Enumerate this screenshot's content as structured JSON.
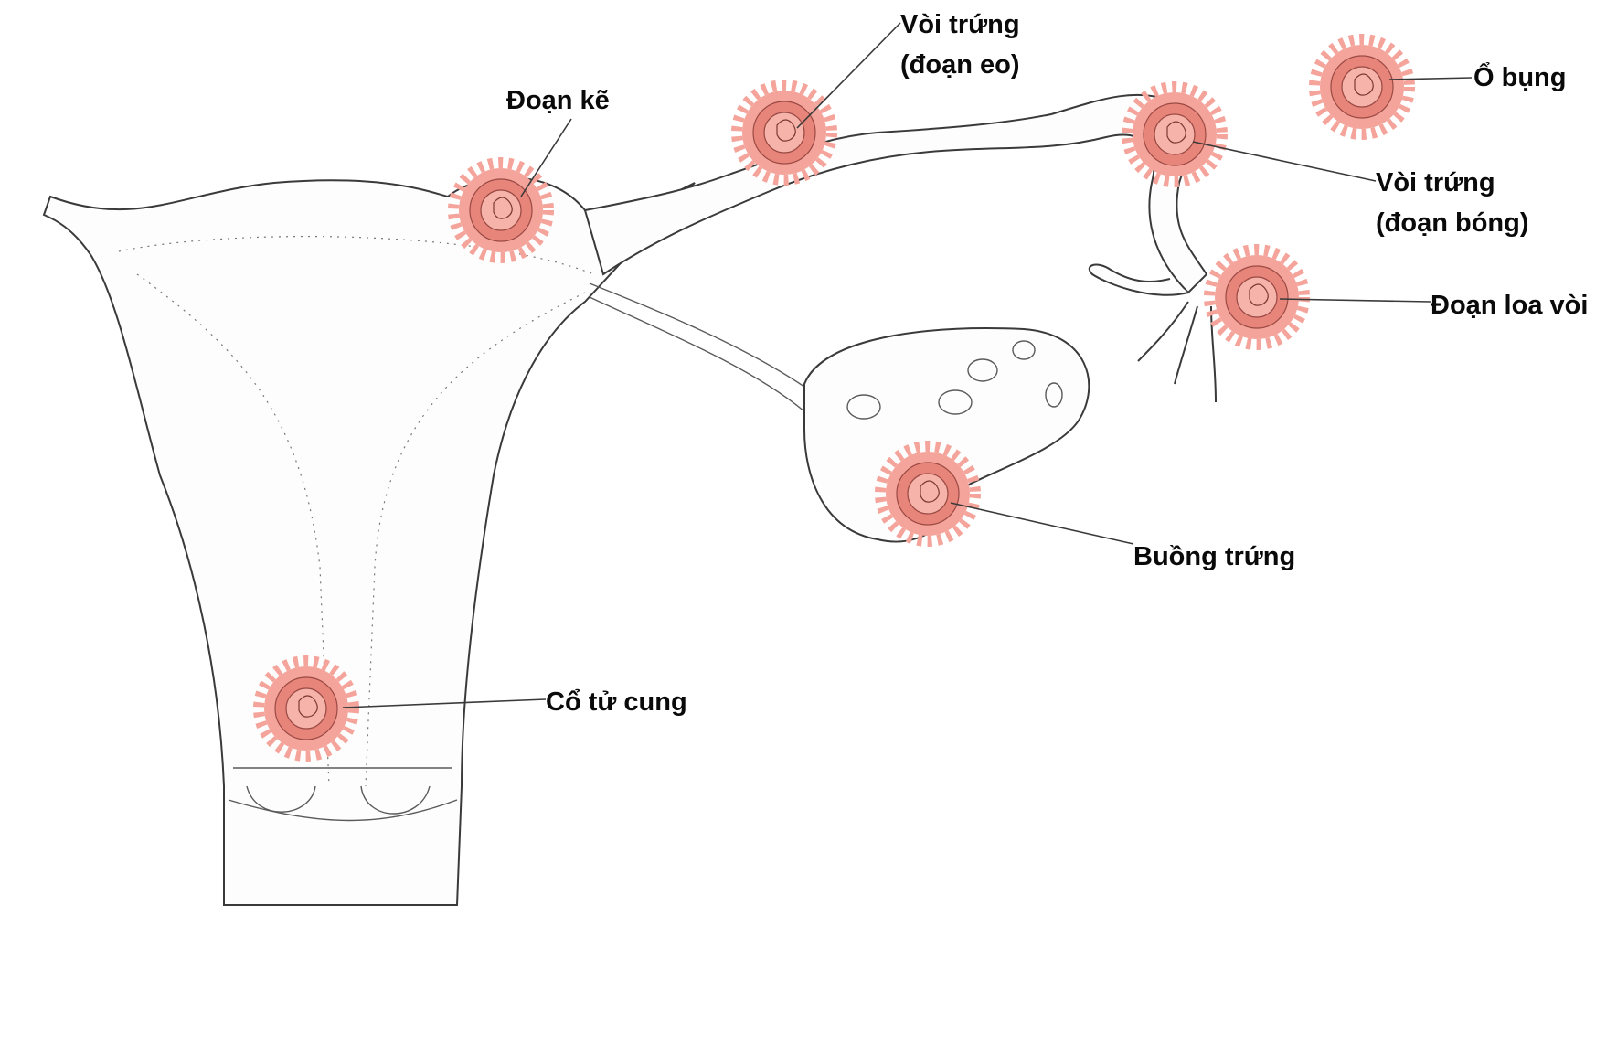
{
  "diagram": {
    "subject": "Ectopic pregnancy implantation sites",
    "colors": {
      "embryo_outer": "#f4a49a",
      "embryo_ring": "#e8857a",
      "embryo_inner": "#f6b3aa",
      "outline": "#3a3a3a",
      "label_text": "#0a0a0a"
    },
    "labels": [
      {
        "id": "interstitial",
        "text": "Đoạn kẽ"
      },
      {
        "id": "isthmus",
        "lines": [
          "Vòi trứng",
          "(đoạn eo)"
        ]
      },
      {
        "id": "abdominal",
        "text": "Ổ bụng"
      },
      {
        "id": "ampulla",
        "lines": [
          "Vòi trứng",
          "(đoạn bóng)"
        ]
      },
      {
        "id": "infundibulum",
        "text": "Đoạn loa vòi"
      },
      {
        "id": "ovary",
        "text": "Buồng trứng"
      },
      {
        "id": "cervix",
        "text": "Cổ tử cung"
      }
    ]
  }
}
